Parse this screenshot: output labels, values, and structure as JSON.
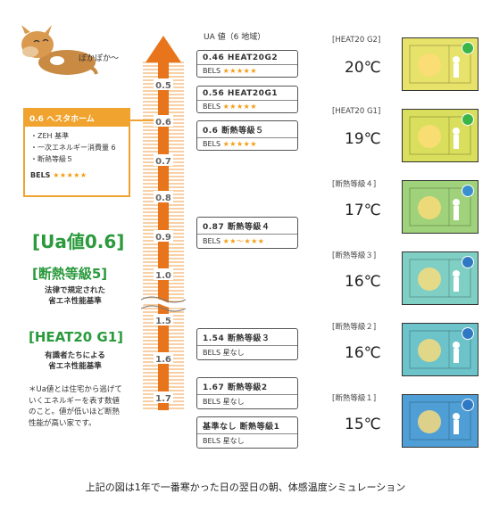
{
  "mascot": {
    "speech": "ぽかぽか〜"
  },
  "ua_header": "UA 値（6 地域）",
  "scale": {
    "ticks": [
      {
        "label": "0.5",
        "value": 0.5
      },
      {
        "label": "0.6",
        "value": 0.6
      },
      {
        "label": "0.7",
        "value": 0.7
      },
      {
        "label": "0.8",
        "value": 0.8
      },
      {
        "label": "0.9",
        "value": 0.9
      },
      {
        "label": "1.0",
        "value": 1.0
      },
      {
        "label": "1.5",
        "value": 1.5
      },
      {
        "label": "1.6",
        "value": 1.6
      },
      {
        "label": "1.7",
        "value": 1.7
      }
    ]
  },
  "grades": [
    {
      "line1": "0.46  HEAT20G2",
      "bels_label": "BELS",
      "bels_value": "★★★★★",
      "stars": true
    },
    {
      "line1": "0.56  HEAT20G1",
      "bels_label": "BELS",
      "bels_value": "★★★★★",
      "stars": true
    },
    {
      "line1": "0.6   断熱等級５",
      "bels_label": "BELS",
      "bels_value": "★★★★★",
      "stars": true
    },
    {
      "line1": "0.87  断熱等級４",
      "bels_label": "BELS",
      "bels_value": "★★〜★★★",
      "stars": true
    },
    {
      "line1": "1.54   断熱等級３",
      "bels_label": "BELS",
      "bels_value": "星なし",
      "stars": false
    },
    {
      "line1": "1.67   断熱等級2",
      "bels_label": "BELS",
      "bels_value": "星なし",
      "stars": false
    },
    {
      "line1": "基準なし 断熱等級1",
      "bels_label": "BELS",
      "bels_value": "星なし",
      "stars": false
    }
  ],
  "highlight": {
    "title": "0.6 ヘスタホーム",
    "items": [
      "・ZEH 基準",
      "・一次エネルギー消費量 6",
      "・断熱等級５"
    ],
    "bels_label": "BELS",
    "bels_value": "★★★★★"
  },
  "left": {
    "ua_big": "[Ua値0.6]",
    "grade5": "[断熱等級5]",
    "grade5_note": [
      "法律で規定された",
      "省エネ性能基準"
    ],
    "heat20": "[HEAT20 G1]",
    "heat20_note": [
      "有識者たちによる",
      "省エネ性能基準"
    ],
    "footnote": "＊Ua値とは住宅から逃げていくエネルギーを表す数値のこと。値が低いほど断熱性能が高い家です。"
  },
  "panels": [
    {
      "label": "[HEAT20 G2]",
      "temp": "20℃",
      "color": "#e7e26a",
      "badge": "happy-face-icon"
    },
    {
      "label": "[HEAT20 G1]",
      "temp": "19℃",
      "color": "#d9df5c",
      "badge": "happy-face-icon"
    },
    {
      "label": "[断熱等級４]",
      "temp": "17℃",
      "color": "#9fd27a",
      "badge": "neutral-face-icon"
    },
    {
      "label": "[断熱等級３]",
      "temp": "16℃",
      "color": "#7fcfc4",
      "badge": "cold-face-icon"
    },
    {
      "label": "[断熱等級２]",
      "temp": "16℃",
      "color": "#6cc3c9",
      "badge": "cold-face-icon"
    },
    {
      "label": "[断熱等級１]",
      "temp": "15℃",
      "color": "#4f9fd6",
      "badge": "cold-face-icon"
    }
  ],
  "caption": "上記の図は1年で一番寒かった日の翌日の朝、体感温度シミュレーション",
  "colors": {
    "orange": "#f0a32e",
    "arrow": "#e8741c",
    "green": "#2a9a3c"
  }
}
